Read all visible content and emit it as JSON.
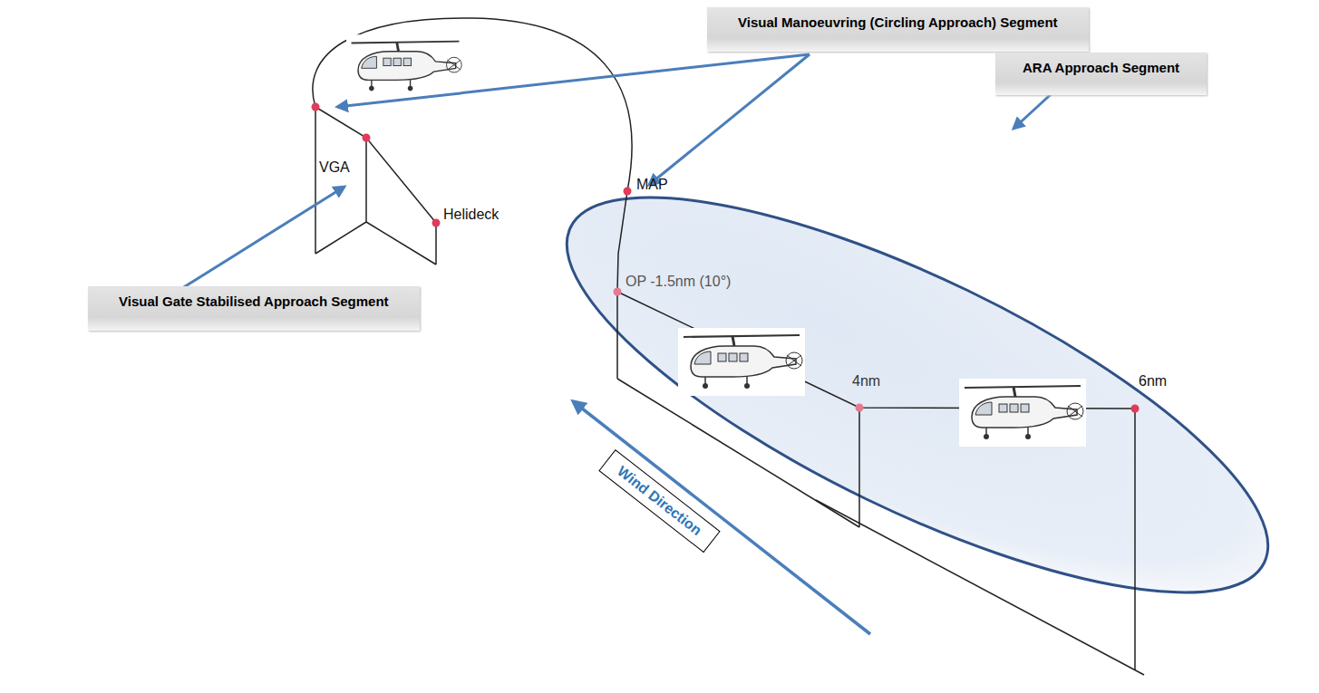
{
  "diagram": {
    "nodes": [
      {
        "text": [
          "Visual Manoeuvring (Circling Approach) Segment"
        ]
      },
      {
        "text": [
          "ARA Approach Segment"
        ]
      },
      {
        "text": [
          "Visual Gate Stabilised Approach Segment"
        ]
      },
      {
        "text": [
          "Wind Direction"
        ]
      }
    ],
    "labels": [
      "VGA",
      "Helideck",
      "MAP",
      "OP -1.5nm (10°)",
      "4nm",
      "6nm"
    ]
  }
}
